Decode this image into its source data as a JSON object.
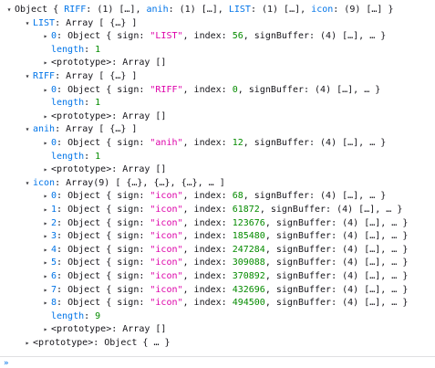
{
  "lines": [
    {
      "tw": "▾",
      "parts": [
        {
          "c": "o",
          "t": "Object { "
        },
        {
          "c": "k",
          "t": "RIFF"
        },
        {
          "c": "o",
          "t": ": (1) […], "
        },
        {
          "c": "k",
          "t": "anih"
        },
        {
          "c": "o",
          "t": ": (1) […], "
        },
        {
          "c": "k",
          "t": "LIST"
        },
        {
          "c": "o",
          "t": ": (1) […], "
        },
        {
          "c": "k",
          "t": "icon"
        },
        {
          "c": "o",
          "t": ": (9) […] }"
        }
      ]
    },
    {
      "tw": "▾",
      "parts": [
        {
          "c": "k",
          "t": "LIST"
        },
        {
          "c": "o",
          "t": ": Array [ {…} ]"
        }
      ]
    },
    {
      "tw": "▸",
      "parts": [
        {
          "c": "k",
          "t": "0"
        },
        {
          "c": "o",
          "t": ": Object { sign: "
        },
        {
          "c": "s",
          "t": "\"LIST\""
        },
        {
          "c": "o",
          "t": ", index: "
        },
        {
          "c": "n",
          "t": "56"
        },
        {
          "c": "o",
          "t": ", signBuffer: (4) […], … }"
        }
      ]
    },
    {
      "tw": "",
      "parts": [
        {
          "c": "k",
          "t": "length"
        },
        {
          "c": "o",
          "t": ": "
        },
        {
          "c": "n",
          "t": "1"
        }
      ]
    },
    {
      "tw": "▸",
      "parts": [
        {
          "c": "o",
          "t": "<prototype>: Array []"
        }
      ]
    },
    {
      "tw": "▾",
      "parts": [
        {
          "c": "k",
          "t": "RIFF"
        },
        {
          "c": "o",
          "t": ": Array [ {…} ]"
        }
      ]
    },
    {
      "tw": "▸",
      "parts": [
        {
          "c": "k",
          "t": "0"
        },
        {
          "c": "o",
          "t": ": Object { sign: "
        },
        {
          "c": "s",
          "t": "\"RIFF\""
        },
        {
          "c": "o",
          "t": ", index: "
        },
        {
          "c": "n",
          "t": "0"
        },
        {
          "c": "o",
          "t": ", signBuffer: (4) […], … }"
        }
      ]
    },
    {
      "tw": "",
      "parts": [
        {
          "c": "k",
          "t": "length"
        },
        {
          "c": "o",
          "t": ": "
        },
        {
          "c": "n",
          "t": "1"
        }
      ]
    },
    {
      "tw": "▸",
      "parts": [
        {
          "c": "o",
          "t": "<prototype>: Array []"
        }
      ]
    },
    {
      "tw": "▾",
      "parts": [
        {
          "c": "k",
          "t": "anih"
        },
        {
          "c": "o",
          "t": ": Array [ {…} ]"
        }
      ]
    },
    {
      "tw": "▸",
      "parts": [
        {
          "c": "k",
          "t": "0"
        },
        {
          "c": "o",
          "t": ": Object { sign: "
        },
        {
          "c": "s",
          "t": "\"anih\""
        },
        {
          "c": "o",
          "t": ", index: "
        },
        {
          "c": "n",
          "t": "12"
        },
        {
          "c": "o",
          "t": ", signBuffer: (4) […], … }"
        }
      ]
    },
    {
      "tw": "",
      "parts": [
        {
          "c": "k",
          "t": "length"
        },
        {
          "c": "o",
          "t": ": "
        },
        {
          "c": "n",
          "t": "1"
        }
      ]
    },
    {
      "tw": "▸",
      "parts": [
        {
          "c": "o",
          "t": "<prototype>: Array []"
        }
      ]
    },
    {
      "tw": "▾",
      "parts": [
        {
          "c": "k",
          "t": "icon"
        },
        {
          "c": "o",
          "t": ": Array(9) [ {…}, {…}, {…}, … ]"
        }
      ]
    },
    {
      "tw": "▸",
      "parts": [
        {
          "c": "k",
          "t": "0"
        },
        {
          "c": "o",
          "t": ": Object { sign: "
        },
        {
          "c": "s",
          "t": "\"icon\""
        },
        {
          "c": "o",
          "t": ", index: "
        },
        {
          "c": "n",
          "t": "68"
        },
        {
          "c": "o",
          "t": ", signBuffer: (4) […], … }"
        }
      ]
    },
    {
      "tw": "▸",
      "parts": [
        {
          "c": "k",
          "t": "1"
        },
        {
          "c": "o",
          "t": ": Object { sign: "
        },
        {
          "c": "s",
          "t": "\"icon\""
        },
        {
          "c": "o",
          "t": ", index: "
        },
        {
          "c": "n",
          "t": "61872"
        },
        {
          "c": "o",
          "t": ", signBuffer: (4) […], … }"
        }
      ]
    },
    {
      "tw": "▸",
      "parts": [
        {
          "c": "k",
          "t": "2"
        },
        {
          "c": "o",
          "t": ": Object { sign: "
        },
        {
          "c": "s",
          "t": "\"icon\""
        },
        {
          "c": "o",
          "t": ", index: "
        },
        {
          "c": "n",
          "t": "123676"
        },
        {
          "c": "o",
          "t": ", signBuffer: (4) […], … }"
        }
      ]
    },
    {
      "tw": "▸",
      "parts": [
        {
          "c": "k",
          "t": "3"
        },
        {
          "c": "o",
          "t": ": Object { sign: "
        },
        {
          "c": "s",
          "t": "\"icon\""
        },
        {
          "c": "o",
          "t": ", index: "
        },
        {
          "c": "n",
          "t": "185480"
        },
        {
          "c": "o",
          "t": ", signBuffer: (4) […], … }"
        }
      ]
    },
    {
      "tw": "▸",
      "parts": [
        {
          "c": "k",
          "t": "4"
        },
        {
          "c": "o",
          "t": ": Object { sign: "
        },
        {
          "c": "s",
          "t": "\"icon\""
        },
        {
          "c": "o",
          "t": ", index: "
        },
        {
          "c": "n",
          "t": "247284"
        },
        {
          "c": "o",
          "t": ", signBuffer: (4) […], … }"
        }
      ]
    },
    {
      "tw": "▸",
      "parts": [
        {
          "c": "k",
          "t": "5"
        },
        {
          "c": "o",
          "t": ": Object { sign: "
        },
        {
          "c": "s",
          "t": "\"icon\""
        },
        {
          "c": "o",
          "t": ", index: "
        },
        {
          "c": "n",
          "t": "309088"
        },
        {
          "c": "o",
          "t": ", signBuffer: (4) […], … }"
        }
      ]
    },
    {
      "tw": "▸",
      "parts": [
        {
          "c": "k",
          "t": "6"
        },
        {
          "c": "o",
          "t": ": Object { sign: "
        },
        {
          "c": "s",
          "t": "\"icon\""
        },
        {
          "c": "o",
          "t": ", index: "
        },
        {
          "c": "n",
          "t": "370892"
        },
        {
          "c": "o",
          "t": ", signBuffer: (4) […], … }"
        }
      ]
    },
    {
      "tw": "▸",
      "parts": [
        {
          "c": "k",
          "t": "7"
        },
        {
          "c": "o",
          "t": ": Object { sign: "
        },
        {
          "c": "s",
          "t": "\"icon\""
        },
        {
          "c": "o",
          "t": ", index: "
        },
        {
          "c": "n",
          "t": "432696"
        },
        {
          "c": "o",
          "t": ", signBuffer: (4) […], … }"
        }
      ]
    },
    {
      "tw": "▸",
      "parts": [
        {
          "c": "k",
          "t": "8"
        },
        {
          "c": "o",
          "t": ": Object { sign: "
        },
        {
          "c": "s",
          "t": "\"icon\""
        },
        {
          "c": "o",
          "t": ", index: "
        },
        {
          "c": "n",
          "t": "494500"
        },
        {
          "c": "o",
          "t": ", signBuffer: (4) […], … }"
        }
      ]
    },
    {
      "tw": "",
      "parts": [
        {
          "c": "k",
          "t": "length"
        },
        {
          "c": "o",
          "t": ": "
        },
        {
          "c": "n",
          "t": "9"
        }
      ]
    },
    {
      "tw": "▸",
      "parts": [
        {
          "c": "o",
          "t": "<prototype>: Array []"
        }
      ]
    },
    {
      "tw": "▸",
      "parts": [
        {
          "c": "o",
          "t": "<prototype>: Object { … }"
        }
      ]
    }
  ],
  "prompt": "»",
  "colors": {
    "key": "#0074e8",
    "string": "#dd00a9",
    "number": "#058b00",
    "text": "#15141a"
  }
}
